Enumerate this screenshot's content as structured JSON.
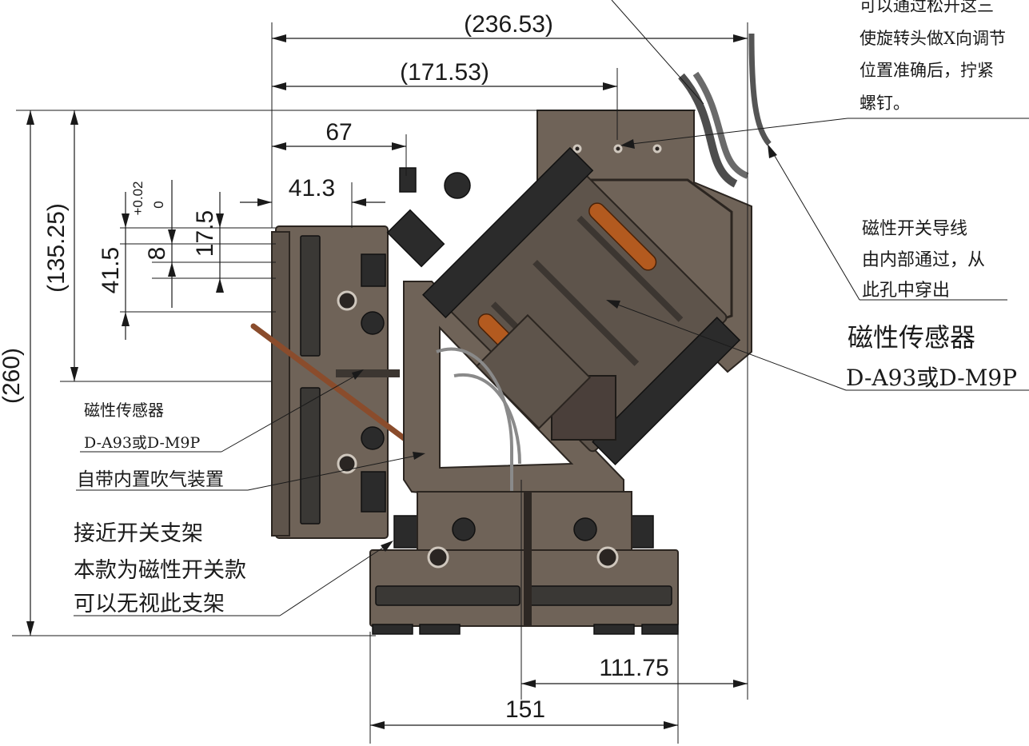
{
  "dimensions": {
    "d_236_53": "(236.53)",
    "d_171_53": "(171.53)",
    "d_67": "67",
    "d_41_3": "41.3",
    "d_135_25": "(135.25)",
    "d_260": "(260)",
    "d_41_5": "41.5",
    "d_8": "8",
    "d_17_5": "17.5",
    "tol_plus": "+0.02",
    "tol_zero": "0",
    "d_111_75": "111.75",
    "d_151": "151"
  },
  "notes": {
    "top_right": [
      "可以通过松开这三",
      "使旋转头做X向调节",
      "位置准确后，拧紧",
      "螺钉。"
    ],
    "wire_note": [
      "磁性开关导线",
      "由内部通过，从",
      "此孔中穿出"
    ],
    "sensor_right_title": "磁性传感器",
    "sensor_right_model": "D-A93或D-M9P",
    "sensor_left_title": "磁性传感器",
    "sensor_left_model": "D-A93或D-M9P",
    "blow_device": "自带内置吹气装置",
    "bracket": [
      "接近开关支架",
      "本款为磁性开关款",
      "可以无视此支架"
    ]
  },
  "colors": {
    "metal": "#6f6358",
    "dark_part": "#2b2b2b",
    "accent_orange": "#b35a1f",
    "line": "#1a1a1a"
  }
}
